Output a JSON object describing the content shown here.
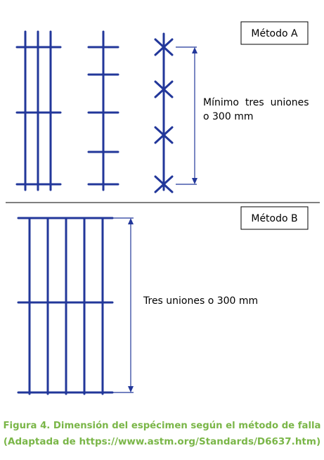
{
  "method_a": {
    "label": "Método A",
    "annotation_line1": "Mínimo  tres  uniones",
    "annotation_line2": "o 300 mm"
  },
  "method_b": {
    "label": "Método B",
    "annotation": "Tres uniones o 300 mm"
  },
  "caption": {
    "line1": "Figura 4. Dimensión del espécimen según el método de falla",
    "line2": "(Adaptada de https://www.astm.org/Standards/D6637.htm)"
  },
  "colors": {
    "geogrid": "#22379a",
    "caption": "#7ab648"
  }
}
